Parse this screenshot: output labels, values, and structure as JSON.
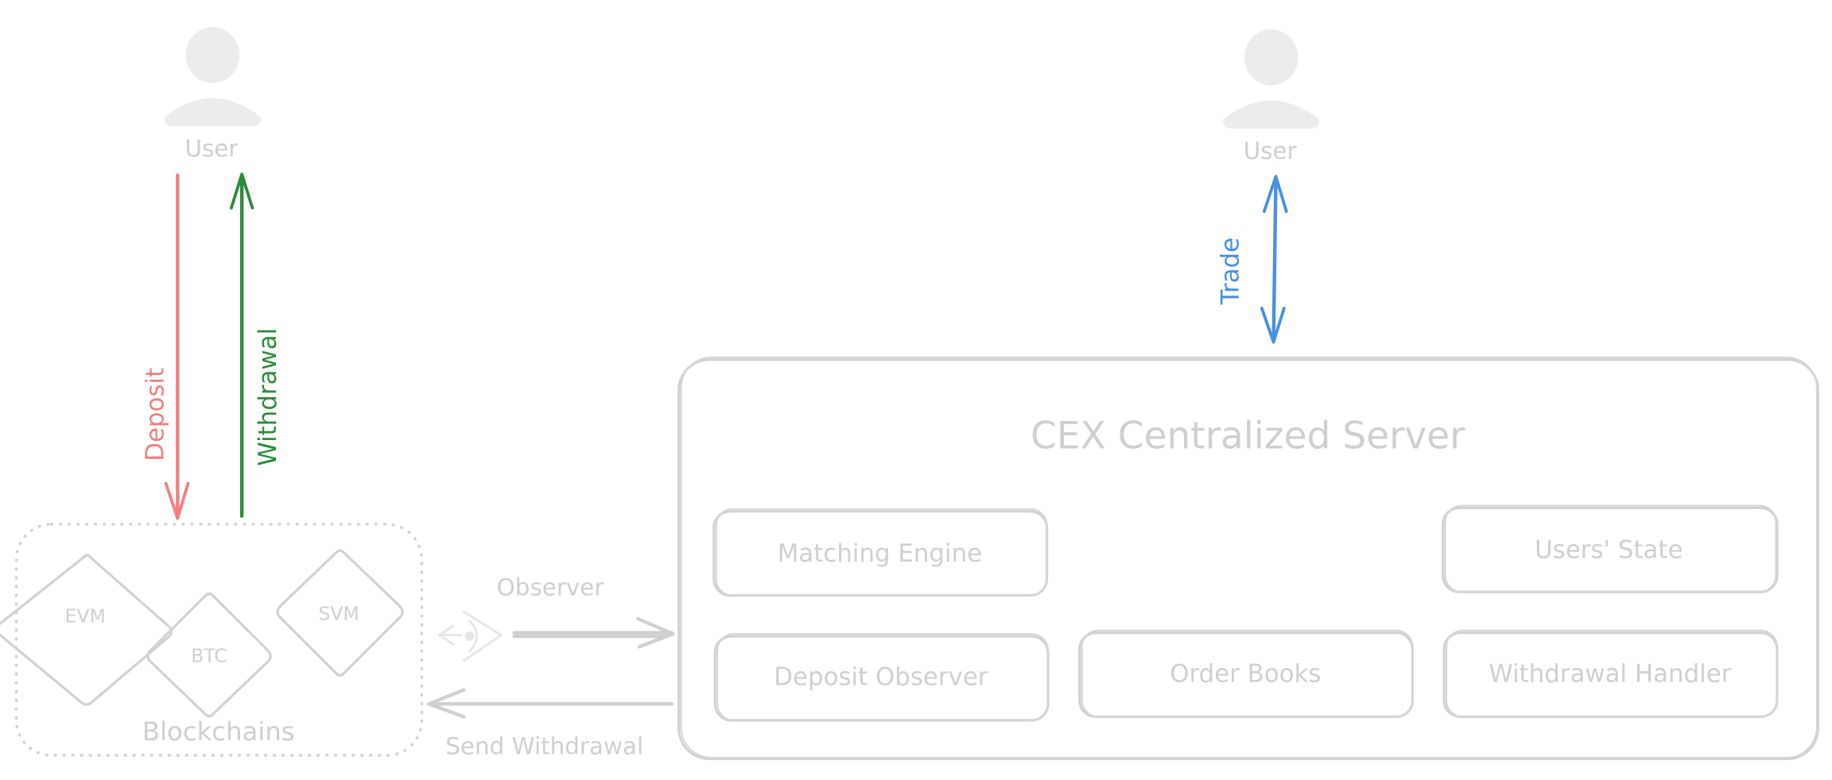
{
  "diagram": {
    "title": "CEX Centralized Server",
    "colors": {
      "deposit": "#f08080",
      "withdrawal": "#2e8b3e",
      "trade": "#4a90e2",
      "muted": "#cfcfcf",
      "user_icon": "#ececec"
    },
    "users": [
      {
        "label": "User",
        "icon": "user-icon"
      },
      {
        "label": "User",
        "icon": "user-icon"
      }
    ],
    "flows": {
      "deposit": "Deposit",
      "withdrawal": "Withdrawal",
      "trade": "Trade",
      "observer": "Observer",
      "send_withdrawal": "Send Withdrawal"
    },
    "blockchains": {
      "label": "Blockchains",
      "chains": [
        "EVM",
        "BTC",
        "SVM"
      ]
    },
    "server": {
      "title": "CEX Centralized Server",
      "components": [
        "Matching Engine",
        "Users' State",
        "Deposit Observer",
        "Order Books",
        "Withdrawal Handler"
      ]
    },
    "observer_icon": "eye-icon"
  }
}
